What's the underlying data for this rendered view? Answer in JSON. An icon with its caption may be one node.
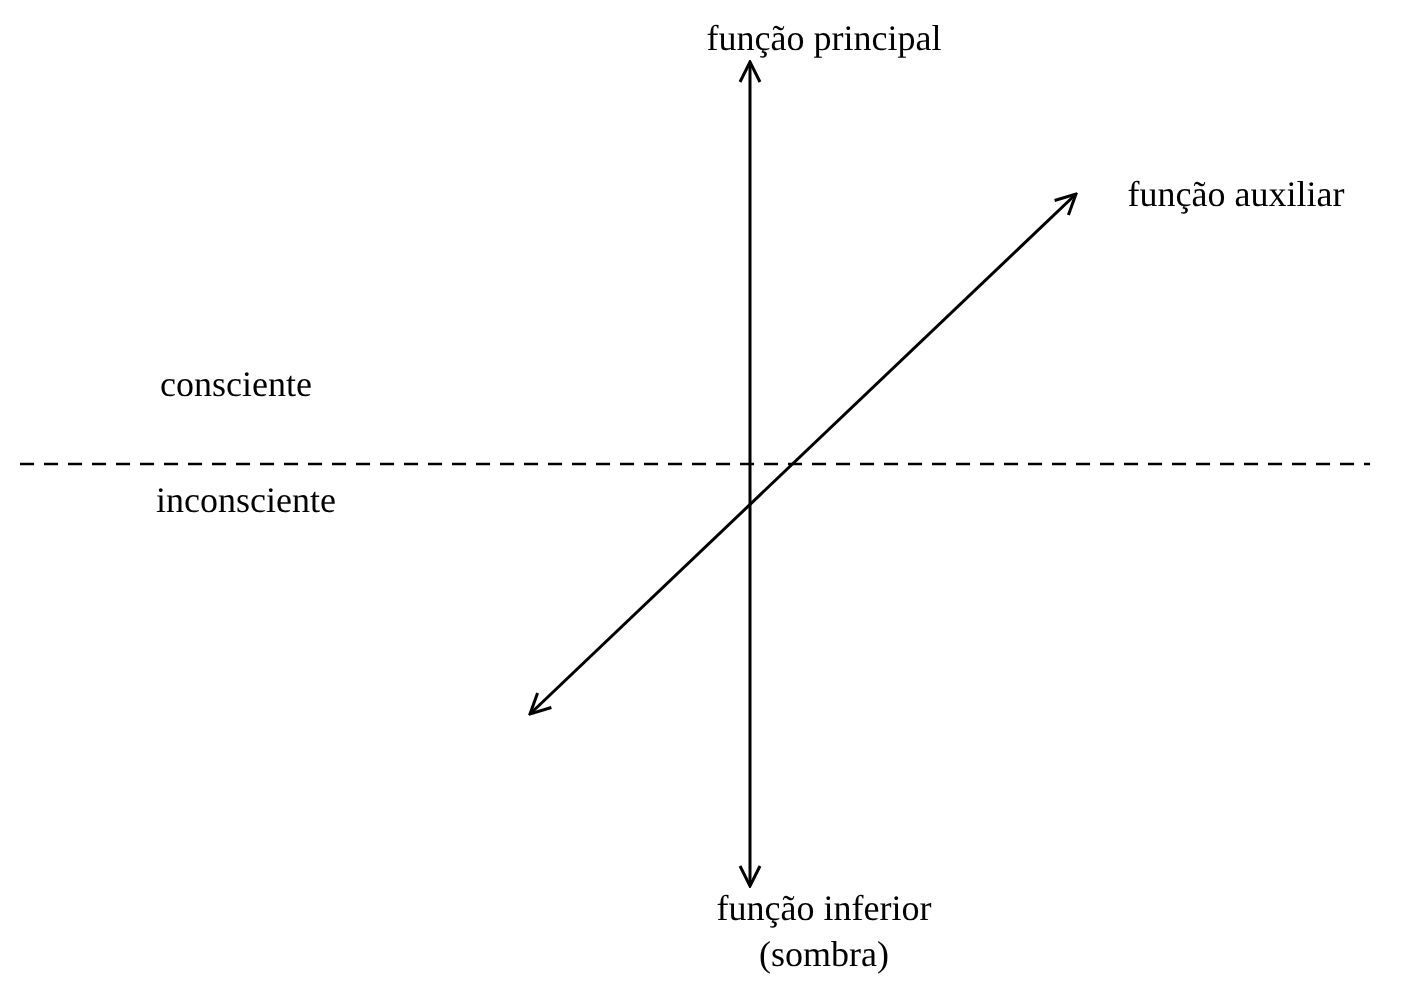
{
  "diagram": {
    "nodes": [
      {
        "text": [
          "função principal"
        ]
      },
      {
        "text": [
          "função auxiliar"
        ]
      },
      {
        "text": [
          "função inferior (sombra)"
        ]
      }
    ],
    "edges": [
      {
        "from": 0,
        "to": 2,
        "arrow": "both"
      },
      {
        "from": 1,
        "to": null,
        "arrow": "both"
      }
    ],
    "labels": [
      "consciente",
      "inconsciente"
    ]
  }
}
